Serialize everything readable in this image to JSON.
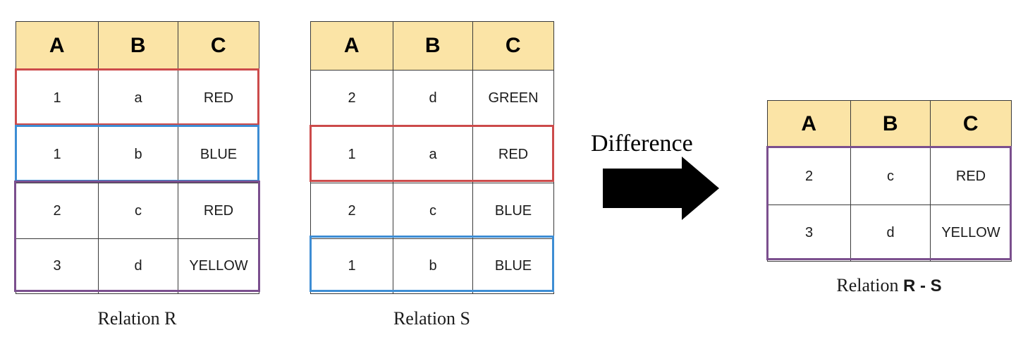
{
  "diagram": {
    "title_label": "Difference",
    "arrow_icon": "right-arrow-icon",
    "colors": {
      "header_fill": "#fbe4a6",
      "grid": "#3a3a3a",
      "highlight_red": "#cc4b4b",
      "highlight_blue": "#3d8dd4",
      "highlight_purple": "#7b4f8e",
      "arrow": "#000000",
      "background": "#ffffff"
    }
  },
  "relation_r": {
    "caption": "Relation R",
    "columns": [
      "A",
      "B",
      "C"
    ],
    "rows": [
      {
        "A": "1",
        "B": "a",
        "C": "RED",
        "outline": "red"
      },
      {
        "A": "1",
        "B": "b",
        "C": "BLUE",
        "outline": "blue"
      },
      {
        "A": "2",
        "B": "c",
        "C": "RED",
        "outline": "purple"
      },
      {
        "A": "3",
        "B": "d",
        "C": "YELLOW",
        "outline": "purple"
      }
    ]
  },
  "relation_s": {
    "caption": "Relation S",
    "columns": [
      "A",
      "B",
      "C"
    ],
    "rows": [
      {
        "A": "2",
        "B": "d",
        "C": "GREEN",
        "outline": "none"
      },
      {
        "A": "1",
        "B": "a",
        "C": "RED",
        "outline": "red"
      },
      {
        "A": "2",
        "B": "c",
        "C": "BLUE",
        "outline": "none"
      },
      {
        "A": "1",
        "B": "b",
        "C": "BLUE",
        "outline": "blue"
      }
    ]
  },
  "relation_result": {
    "caption_serif": "Relation",
    "caption_sans": "R - S",
    "columns": [
      "A",
      "B",
      "C"
    ],
    "rows": [
      {
        "A": "2",
        "B": "c",
        "C": "RED",
        "outline": "purple"
      },
      {
        "A": "3",
        "B": "d",
        "C": "YELLOW",
        "outline": "purple"
      }
    ]
  }
}
